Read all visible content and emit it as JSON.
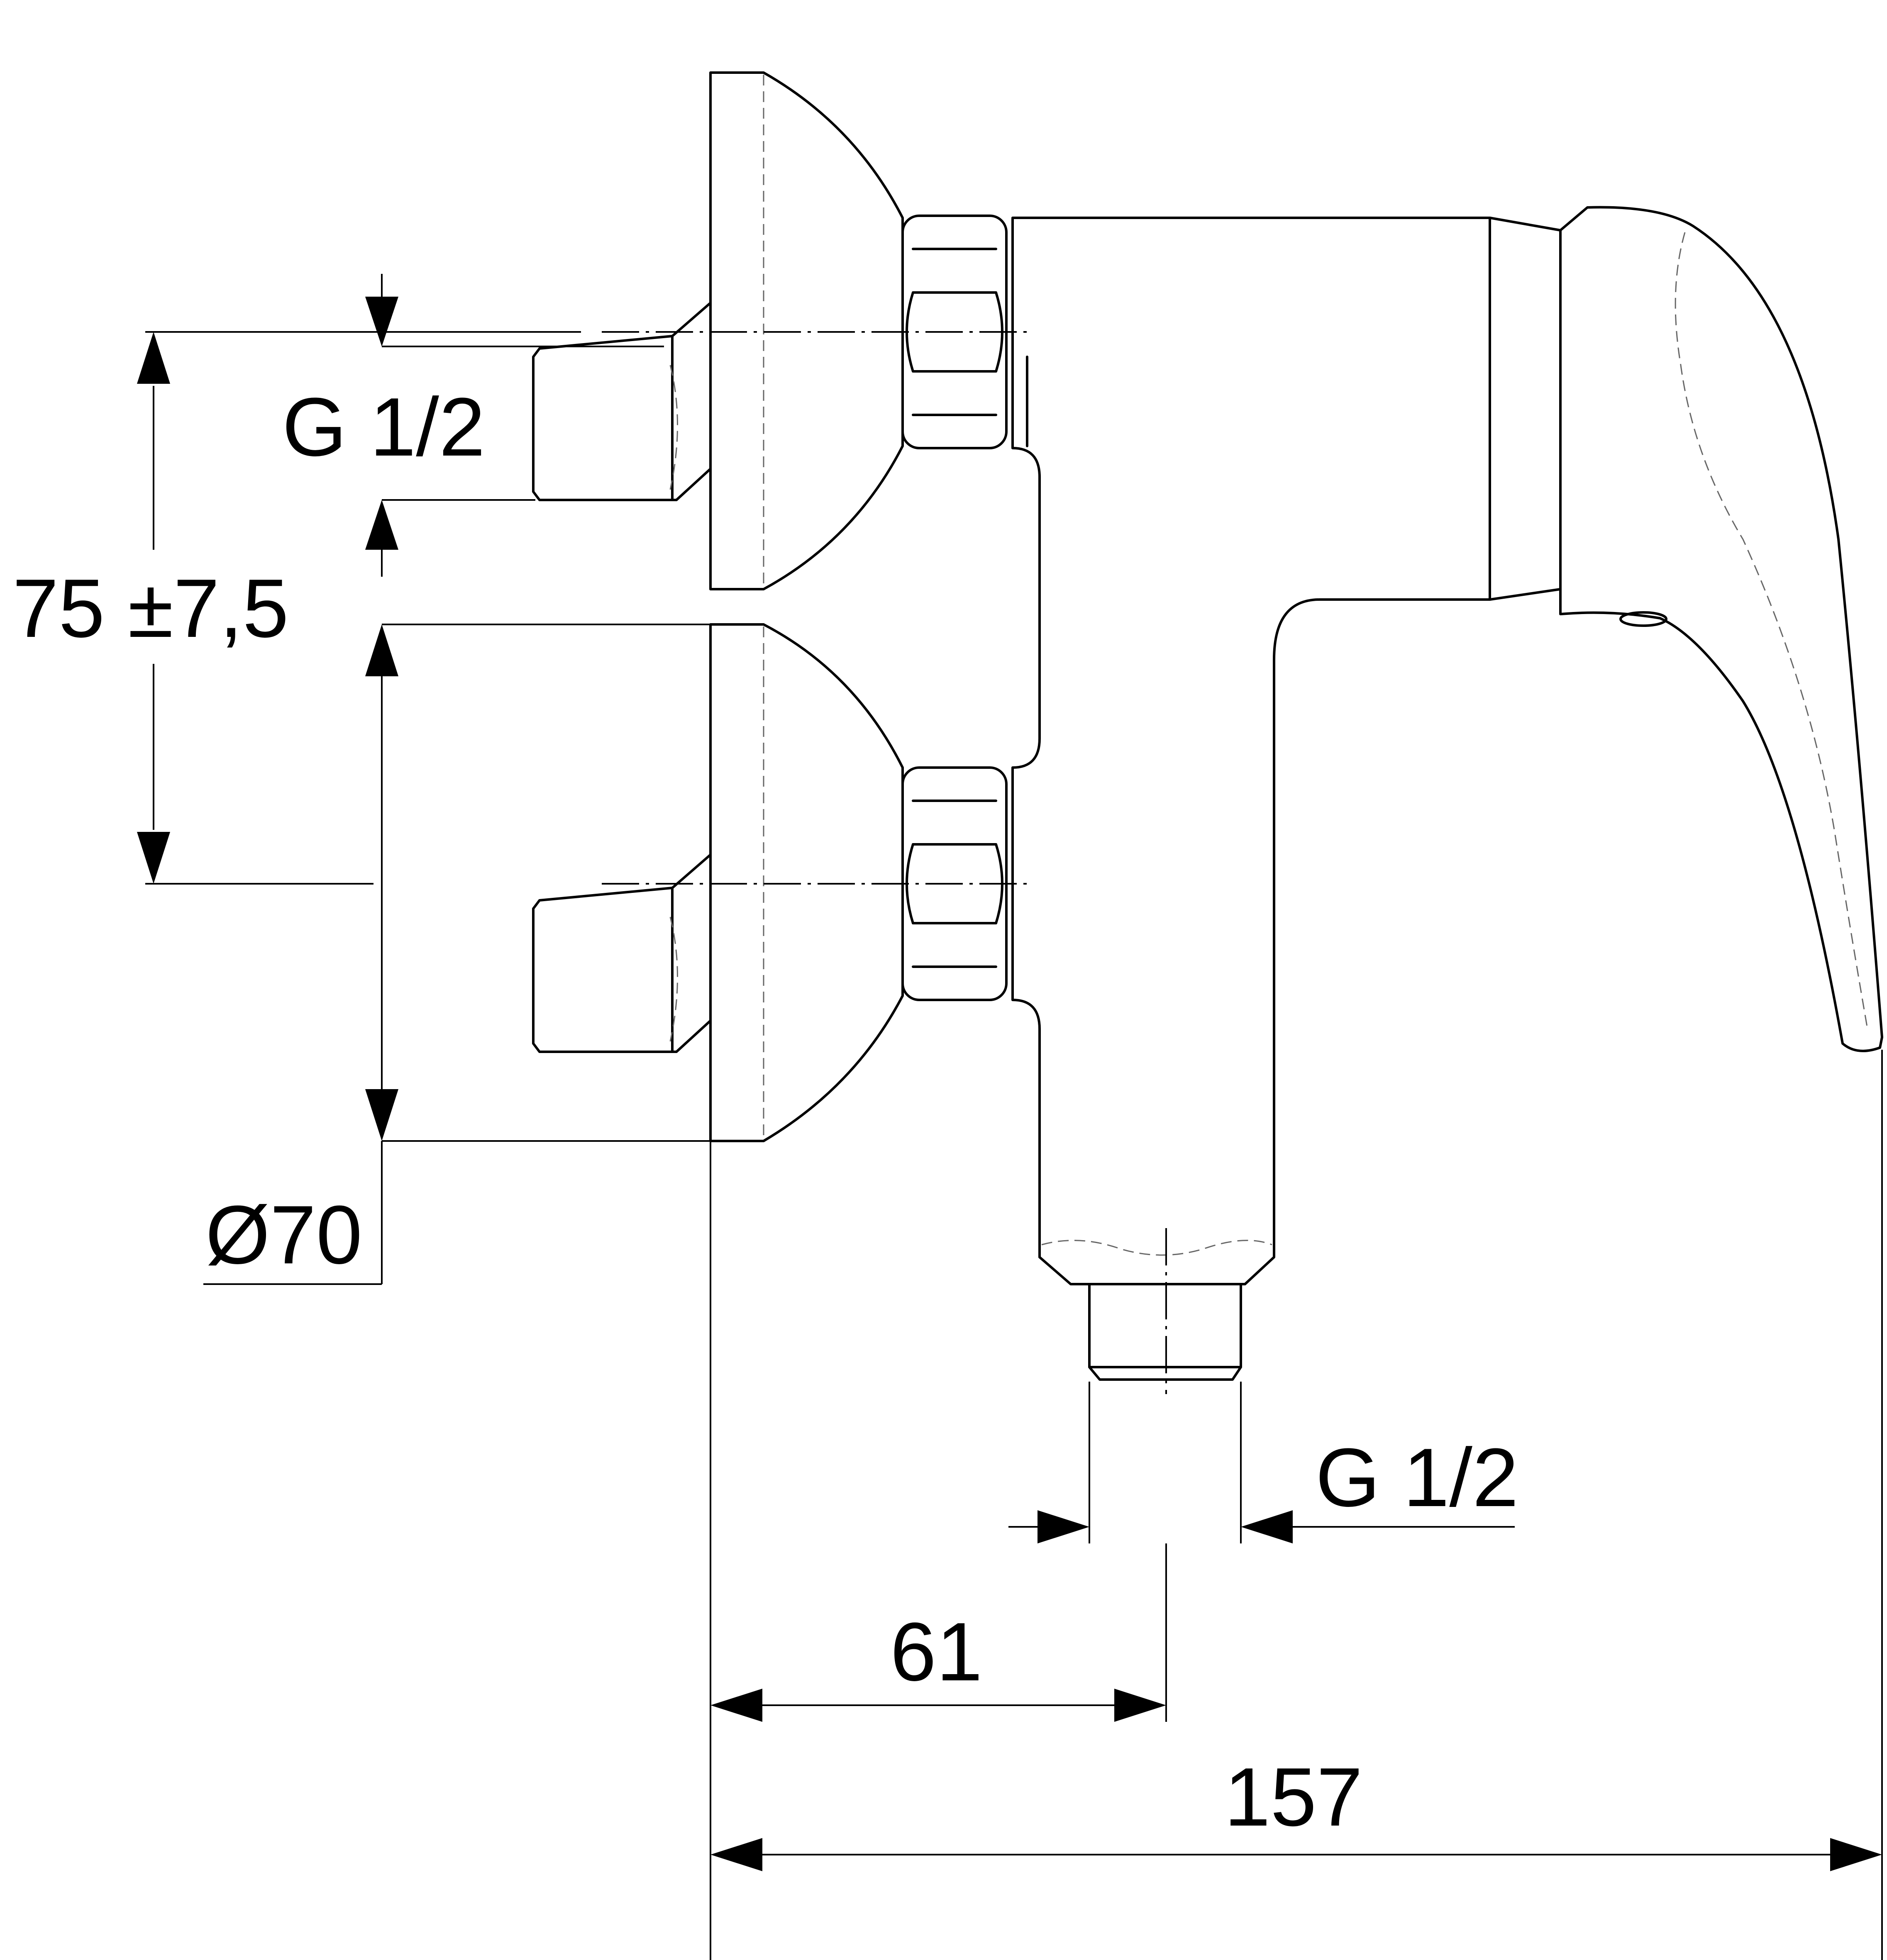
{
  "dimensions": {
    "inlet_thread_left": "G 1/2",
    "inlet_spacing": "75 ±7,5",
    "cover_diameter": "Ø70",
    "outlet_thread": "G 1/2",
    "outlet_offset": "61",
    "overall_depth": "157"
  },
  "colors": {
    "line": "#000000",
    "background": "#ffffff"
  }
}
